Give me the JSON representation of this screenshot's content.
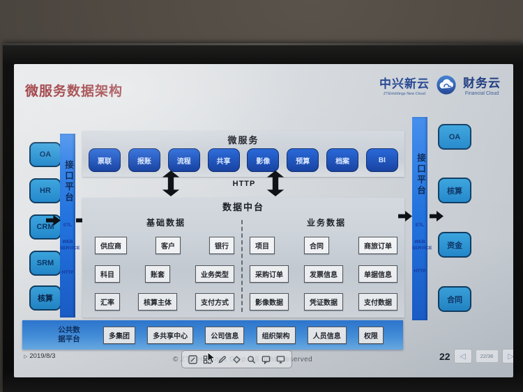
{
  "slide": {
    "title": "微服务数据架构",
    "logos": {
      "brand1": "中兴新云",
      "brand1_sub": "ZTEHoldings New Cloud",
      "brand2": "财务云",
      "brand2_sub": "Financial Cloud"
    },
    "left_systems": {
      "items": [
        "OA",
        "HR",
        "CRM",
        "SRM",
        "核算"
      ]
    },
    "right_systems": {
      "items": [
        "OA",
        "核算",
        "资金",
        "合同"
      ]
    },
    "interface_platform": {
      "label": "接口平台",
      "protocol1": "ETL",
      "protocol2": "WEB SERVICE",
      "protocol3": "HTTP"
    },
    "microservices": {
      "header": "微服务",
      "items": [
        "票联",
        "报账",
        "流程",
        "共享",
        "影像",
        "预算",
        "档案",
        "BI"
      ]
    },
    "http_label": "HTTP",
    "data_platform": {
      "header": "数据中台",
      "basic": {
        "header": "基础数据",
        "rows": [
          [
            "供应商",
            "客户",
            "银行"
          ],
          [
            "科目",
            "账套",
            "业务类型"
          ],
          [
            "汇率",
            "核算主体",
            "支付方式"
          ]
        ]
      },
      "business": {
        "header": "业务数据",
        "rows": [
          [
            "项目",
            "合同",
            "商旅订单"
          ],
          [
            "采购订单",
            "发票信息",
            "单据信息"
          ],
          [
            "影像数据",
            "凭证数据",
            "支付数据"
          ]
        ]
      }
    },
    "common_platform": {
      "label": "公共数据平台",
      "items": [
        "多集团",
        "多共享中心",
        "公司信息",
        "组织架构",
        "人员信息",
        "权限"
      ]
    },
    "footer": {
      "date": "2019/8/3",
      "copyright": "© ZTE Holdings Corp. All rights reserved"
    },
    "nav": {
      "page": "22",
      "indicator": "22/36",
      "prev_icon": "◁",
      "next_icon": "▷",
      "marker_icon": "▷"
    }
  },
  "colors": {
    "title_red": "#8e1e22",
    "logo_blue": "#1f418f",
    "bar_blue": "#2273de",
    "system_box_blue": "#2f9ad6",
    "microservice_blue": "#1a4fc0",
    "common_bar_blue": "#3f8ee0"
  }
}
